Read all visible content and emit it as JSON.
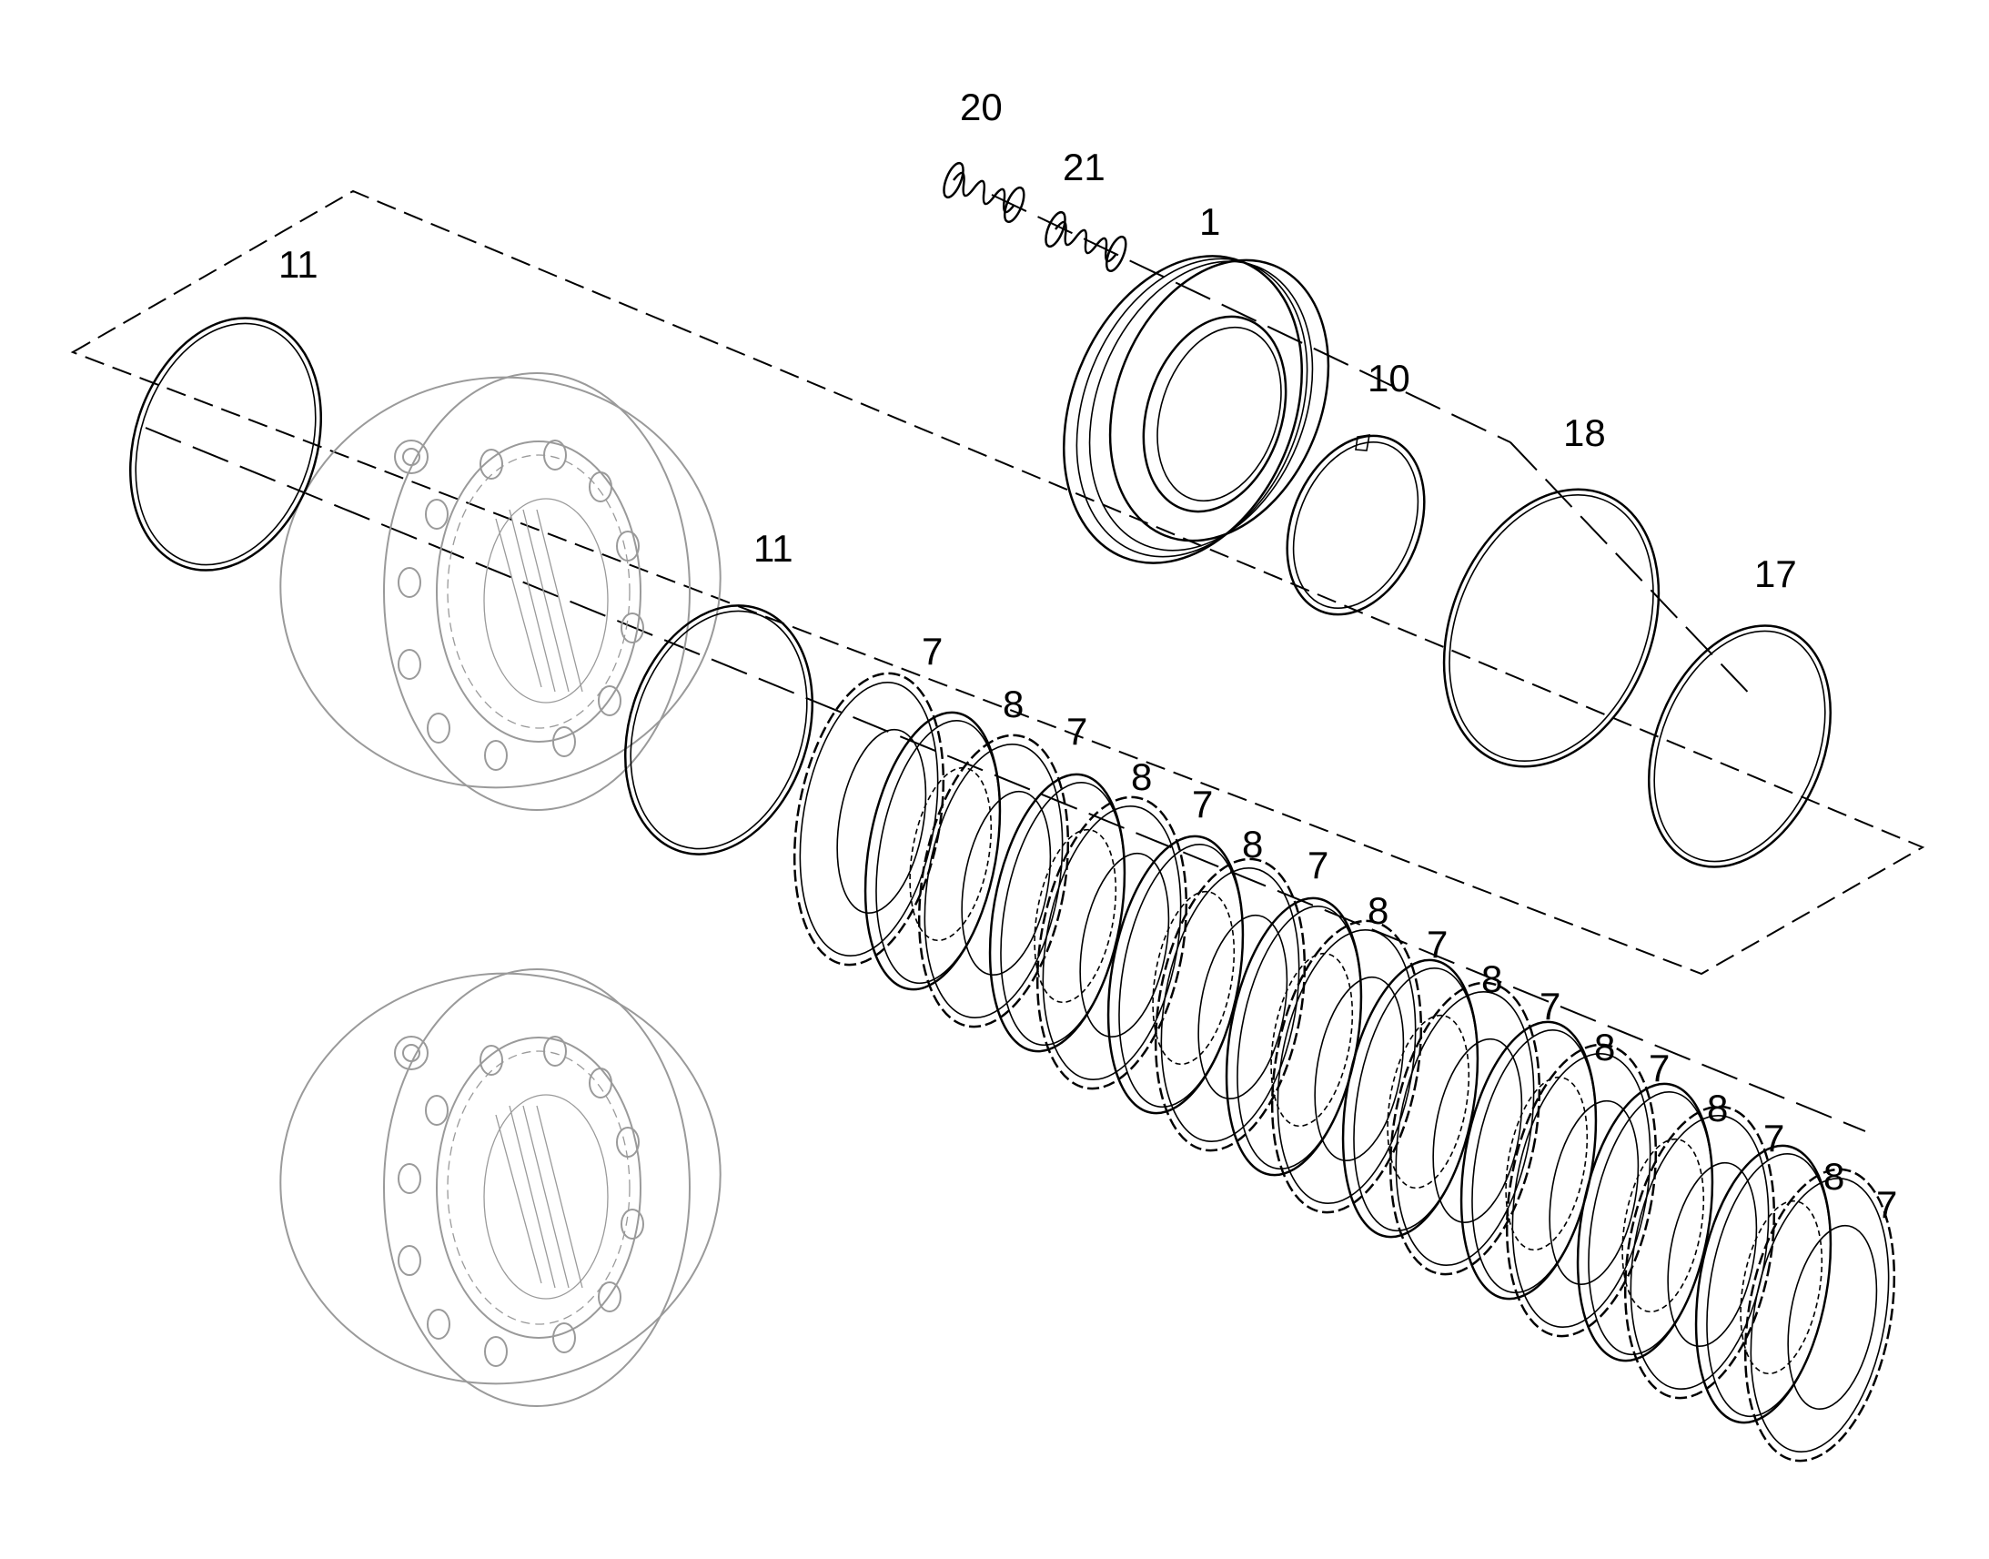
{
  "callouts": {
    "c20": "20",
    "c21": "21",
    "c1": "1",
    "c11a": "11",
    "c10": "10",
    "c18": "18",
    "c11b": "11",
    "c17": "17",
    "c7a": "7",
    "c8a": "8",
    "c7b": "7",
    "c8b": "8",
    "c7c": "7",
    "c8c": "8",
    "c7d": "7",
    "c8d": "8",
    "c7e": "7",
    "c8e": "8",
    "c7f": "7",
    "c8f": "8",
    "c7g": "7",
    "c8g": "8",
    "c7h": "7",
    "c8h": "8",
    "c7i": "7"
  },
  "colors": {
    "line": "#000000",
    "housing": "#9a9a9a",
    "background": "#ffffff"
  }
}
